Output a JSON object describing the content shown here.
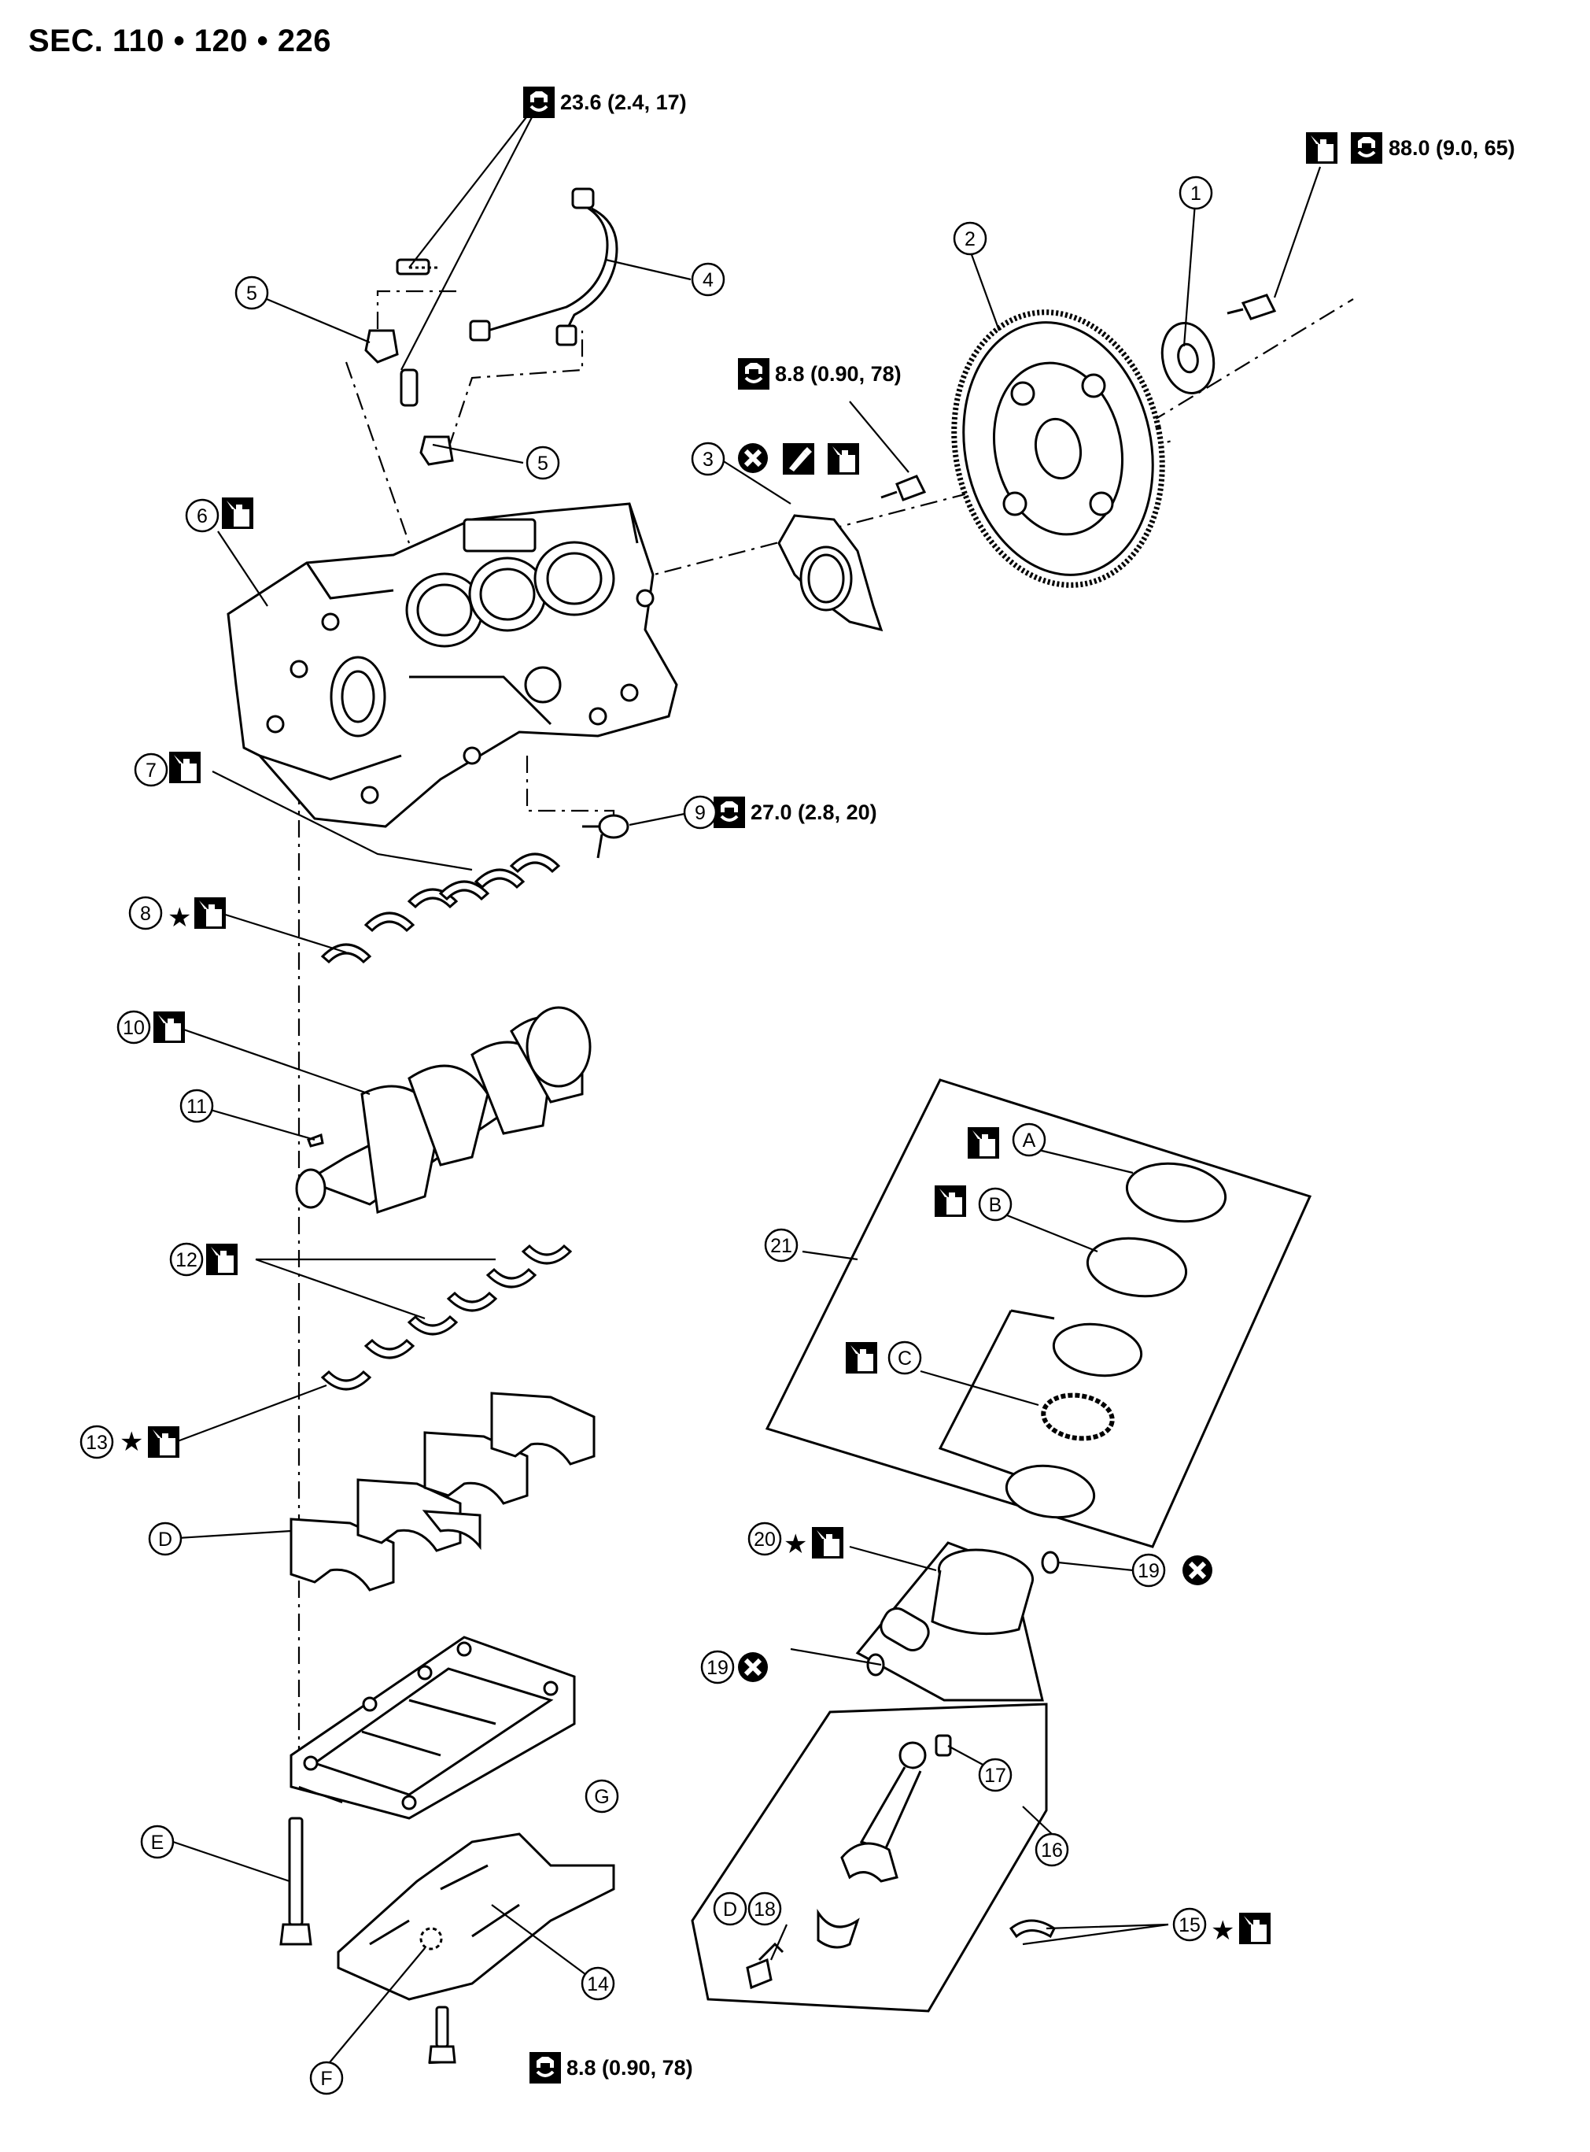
{
  "header": {
    "section": "SEC. 110 • 120 • 226"
  },
  "torque_specs": {
    "sensor_bolts": "23.6 (2.4, 17)",
    "drive_plate_bolts": "88.0 (9.0, 65)",
    "rear_plate_bolt": "8.8 (0.90, 78)",
    "knock_sensor_bolt": "27.0 (2.8, 20)",
    "oil_pan_baffle_bolt": "8.8 (0.90, 78)"
  },
  "callouts": {
    "c1": "1",
    "c2": "2",
    "c3": "3",
    "c4": "4",
    "c5a": "5",
    "c5b": "5",
    "c6": "6",
    "c7": "7",
    "c8": "8",
    "c9": "9",
    "c10": "10",
    "c11": "11",
    "c12": "12",
    "c13": "13",
    "c14": "14",
    "c15": "15",
    "c16": "16",
    "c17": "17",
    "c18": "18",
    "c19a": "19",
    "c19b": "19",
    "c20": "20",
    "c21": "21",
    "cA": "A",
    "cB": "B",
    "cC": "C",
    "cD1": "D",
    "cD2": "D",
    "cE": "E",
    "cF": "F",
    "cG": "G"
  },
  "symbols": {
    "star": "★"
  },
  "icons": [
    "torque-wrench-icon",
    "engine-oil-icon",
    "do-not-reuse-icon",
    "sealant-icon"
  ]
}
